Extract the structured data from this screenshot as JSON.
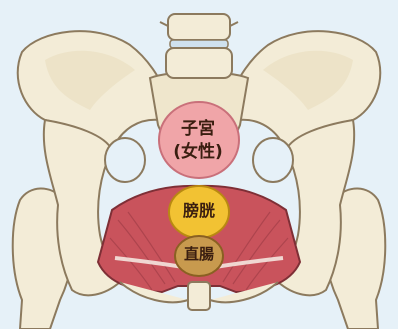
{
  "labels": {
    "uterus_line1": "子宮",
    "uterus_line2": "(女性)",
    "bladder": "膀胱",
    "rectum": "直腸"
  },
  "colors": {
    "background": "#e6f1f8",
    "bone": "#f3ecd7",
    "bone_outline": "#8c7a5e",
    "muscle": "#c9535c",
    "uterus": "#f0a5a8",
    "bladder": "#f2c233",
    "rectum": "#c89a4e",
    "label_text": "#3a1e10"
  }
}
